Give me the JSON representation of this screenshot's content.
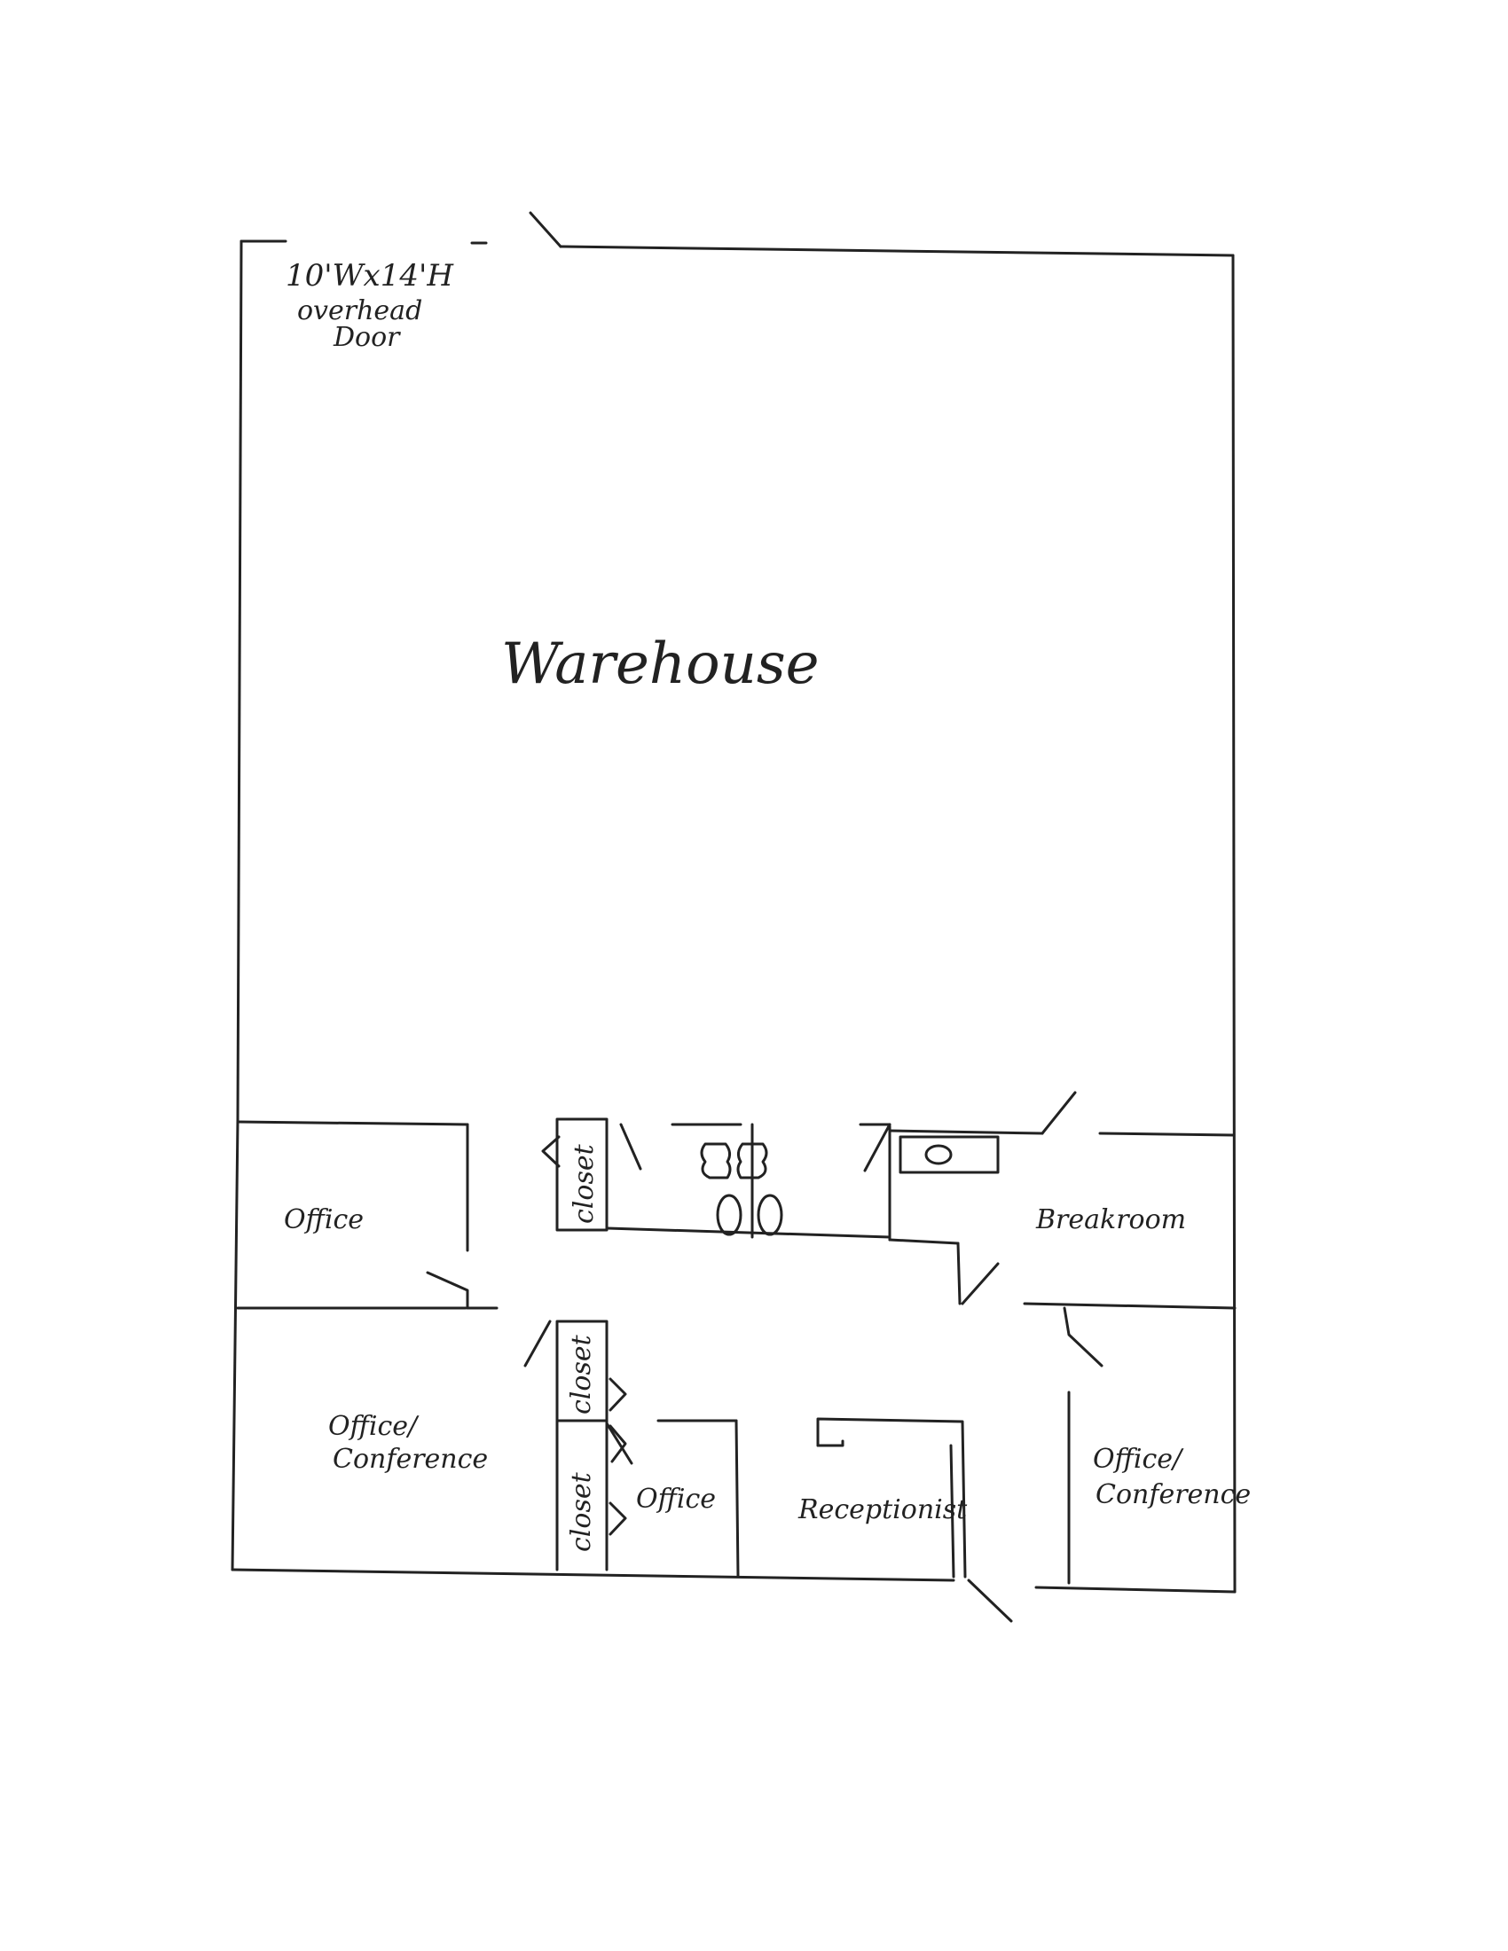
{
  "plan": {
    "overhead_door_line1": "10'Wx14'H",
    "overhead_door_line2": "overhead",
    "overhead_door_line3": "Door",
    "warehouse": "Warehouse",
    "office_upper_left": "Office",
    "closet_upper": "closet",
    "breakroom": "Breakroom",
    "office_conf_left_line1": "Office/",
    "office_conf_left_line2": "Conference",
    "closet_mid": "closet",
    "closet_low": "closet",
    "office_center": "Office",
    "receptionist": "Receptionist",
    "office_conf_right_line1": "Office/",
    "office_conf_right_line2": "Conference"
  }
}
